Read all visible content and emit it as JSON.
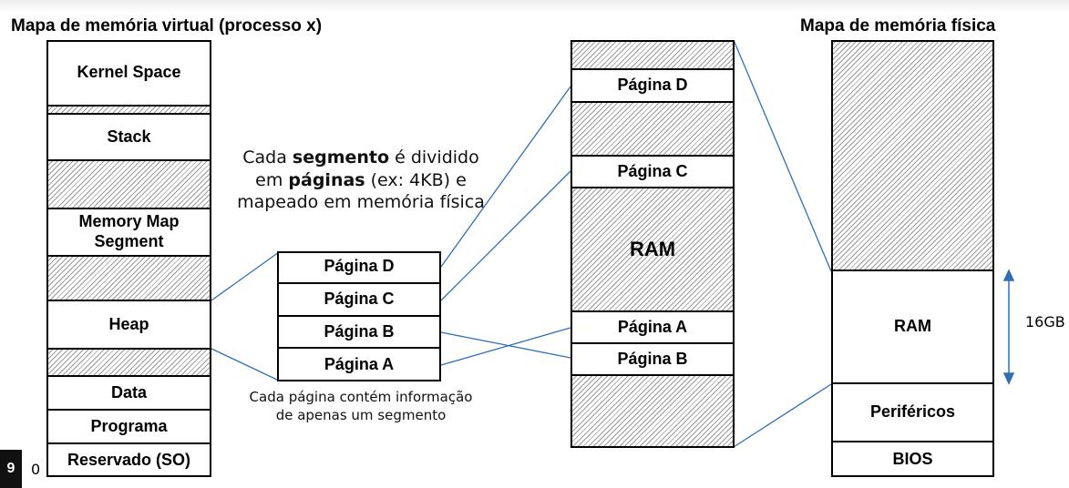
{
  "virtual": {
    "title": "Mapa de memória virtual (processo x)",
    "segments": {
      "kernel": "Kernel Space",
      "stack": "Stack",
      "mmap_line1": "Memory Map",
      "mmap_line2": "Segment",
      "heap": "Heap",
      "data": "Data",
      "program": "Programa",
      "reserved": "Reservado (SO)"
    },
    "zero_label": "0"
  },
  "pages": {
    "d": "Página D",
    "c": "Página C",
    "b": "Página B",
    "a": "Página A"
  },
  "caption": {
    "part1": "Cada ",
    "bold1": "segmento",
    "part2": " é dividido em ",
    "bold2": "páginas",
    "part3": " (ex: 4KB) e mapeado em memória física"
  },
  "note": {
    "line1": "Cada página contém informação",
    "line2": "de apenas um segmento"
  },
  "ram_column": {
    "page_d": "Página D",
    "page_c": "Página C",
    "ram": "RAM",
    "page_a": "Página A",
    "page_b": "Página B"
  },
  "physical": {
    "title": "Mapa de memória física",
    "ram": "RAM",
    "peripherals": "Periféricos",
    "bios": "BIOS",
    "size_label": "16GB"
  },
  "corner_label": "9",
  "colors": {
    "line": "#2e6fb5",
    "border": "#000000",
    "hatch": "#9a9a9a"
  }
}
